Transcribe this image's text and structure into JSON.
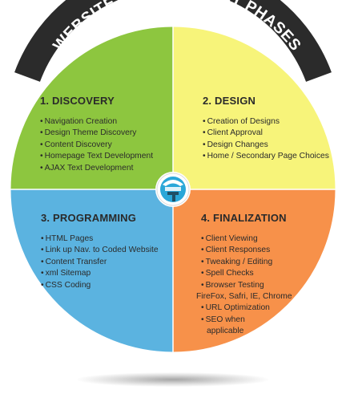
{
  "title": "WEBSITE DEVELOPMENT PHASES",
  "colors": {
    "discovery": "#8dc63f",
    "design": "#f7f47a",
    "programming": "#5bb3e0",
    "finalization": "#f7914a",
    "banner": "#2b2b2b",
    "outline": "#ffffff"
  },
  "center_logo": "logo-icon",
  "phases": [
    {
      "title": "1. DISCOVERY",
      "items": [
        "Navigation Creation",
        "Design Theme Discovery",
        "Content Discovery",
        "Homepage Text Development",
        "AJAX Text Development"
      ]
    },
    {
      "title": "2. DESIGN",
      "items": [
        "Creation of Designs",
        "Client Approval",
        "Design Changes",
        "Home / Secondary Page Choices"
      ]
    },
    {
      "title": "3. PROGRAMMING",
      "items": [
        "HTML Pages",
        "Link up Nav. to Coded Website",
        "Content Transfer",
        "xml Sitemap",
        "CSS Coding"
      ]
    },
    {
      "title": "4. FINALIZATION",
      "items": [
        "Client Viewing",
        "Client Responses",
        "Tweaking / Editing",
        "Spell Checks",
        "Browser Testing",
        "FireFox, Safri, IE, Chrome",
        "URL Optimization",
        "SEO when",
        "applicable"
      ]
    }
  ]
}
